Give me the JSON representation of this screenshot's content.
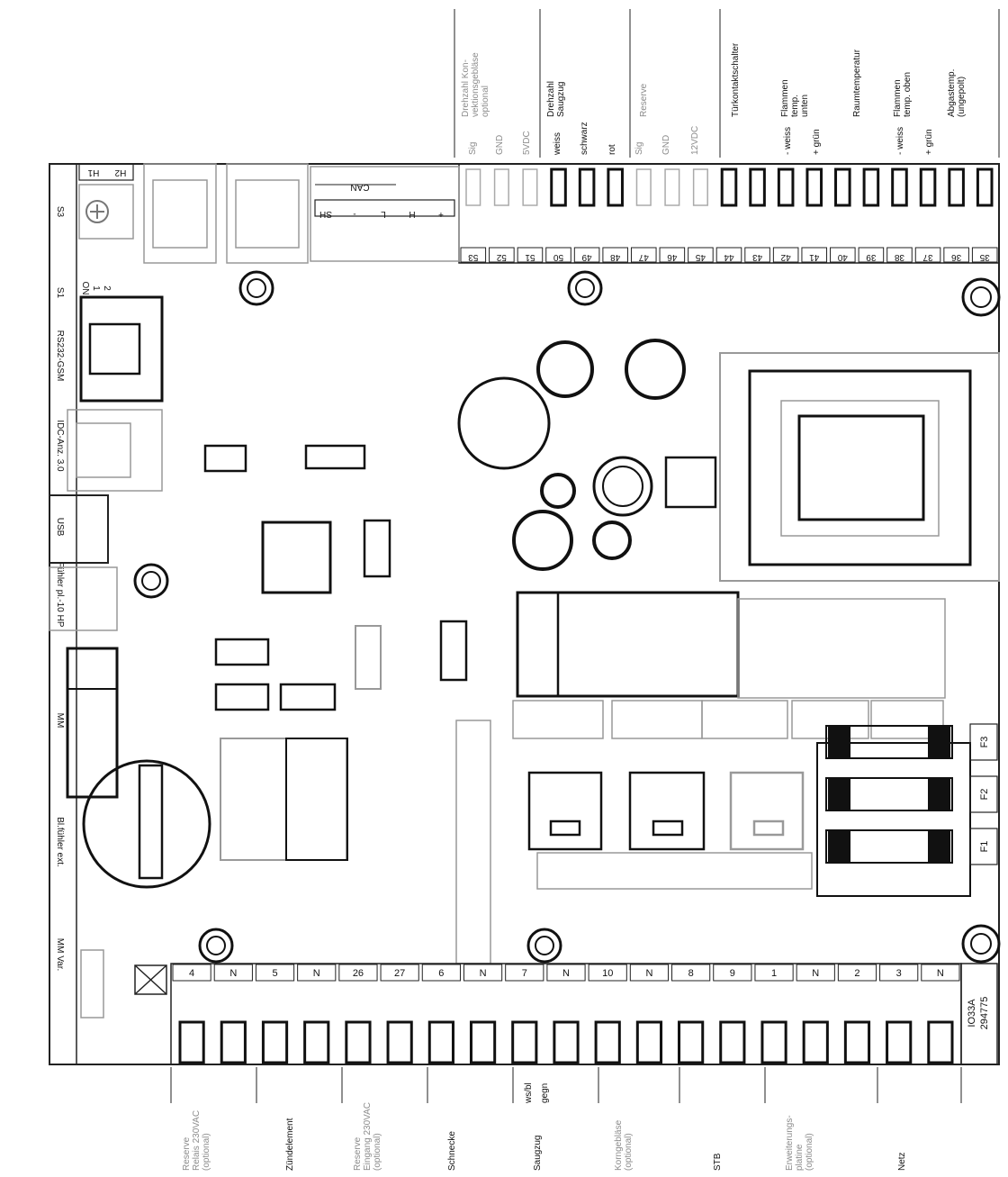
{
  "top_groups": [
    {
      "label": "Drehzahl Kon-\nvektionsgebläse\noptional",
      "muted": true
    },
    {
      "label": "Drehzahl\nSaugzug",
      "muted": false
    },
    {
      "label": "Reserve",
      "muted": true
    },
    {
      "label": "Türkontaktschalter",
      "muted": false
    },
    {
      "label": "Flammen\ntemp.\nunten",
      "muted": false
    },
    {
      "label": "Raumtemperatur",
      "muted": false
    },
    {
      "label": "Flammen\ntemp. oben",
      "muted": false
    },
    {
      "label": "Abgastemp.\n(ungepolt)",
      "muted": false
    }
  ],
  "top_wire_labels": [
    "Sig",
    "GND",
    "5VDC",
    "weiss",
    "schwarz",
    "rot",
    "Sig",
    "GND",
    "12VDC",
    "- weiss",
    "+ grün",
    "- weiss",
    "+ grün"
  ],
  "top_pins": [
    "53",
    "52",
    "51",
    "50",
    "49",
    "48",
    "47",
    "46",
    "45",
    "44",
    "43",
    "42",
    "41",
    "40",
    "39",
    "38",
    "37",
    "36",
    "35"
  ],
  "can_labels": [
    "SH",
    "-",
    "L",
    "H",
    "+"
  ],
  "can_title": "CAN",
  "h_labels": [
    "H1",
    "H2"
  ],
  "left_labels": [
    "S3",
    "S1",
    "RS232-GSM",
    "IDC-Anz. 3.0",
    "USB",
    "MM",
    "Bl.fühler ext.",
    "MM Var.",
    "Fühler pl.-10 HP"
  ],
  "left_s1_small": [
    "ON",
    "1",
    "2"
  ],
  "fuses": [
    "F1",
    "F2",
    "F3"
  ],
  "board_id": "IO33A\n294775",
  "bottom_pins": [
    "4",
    "N",
    "5",
    "N",
    "26",
    "27",
    "6",
    "N",
    "7",
    "N",
    "10",
    "N",
    "8",
    "9",
    "1",
    "N",
    "2",
    "3",
    "N"
  ],
  "bottom_groups": [
    {
      "label": "Reserve\nRelais 230VAC\n(optional)",
      "muted": true
    },
    {
      "label": "Zündelement",
      "muted": false
    },
    {
      "label": "Reserve\nEingang 230VAC\n(optional)",
      "muted": true
    },
    {
      "label": "Schnecke",
      "muted": false
    },
    {
      "label": "Saugzug",
      "muted": false
    },
    {
      "label": "Korngebläse\n(optional)",
      "muted": true
    },
    {
      "label": "STB",
      "muted": false
    },
    {
      "label": "Erweiterungs-\nplatine\n(optional)",
      "muted": true
    },
    {
      "label": "Netz",
      "muted": false
    }
  ],
  "saugzug_wires": [
    "ws/bl",
    "gegn"
  ]
}
